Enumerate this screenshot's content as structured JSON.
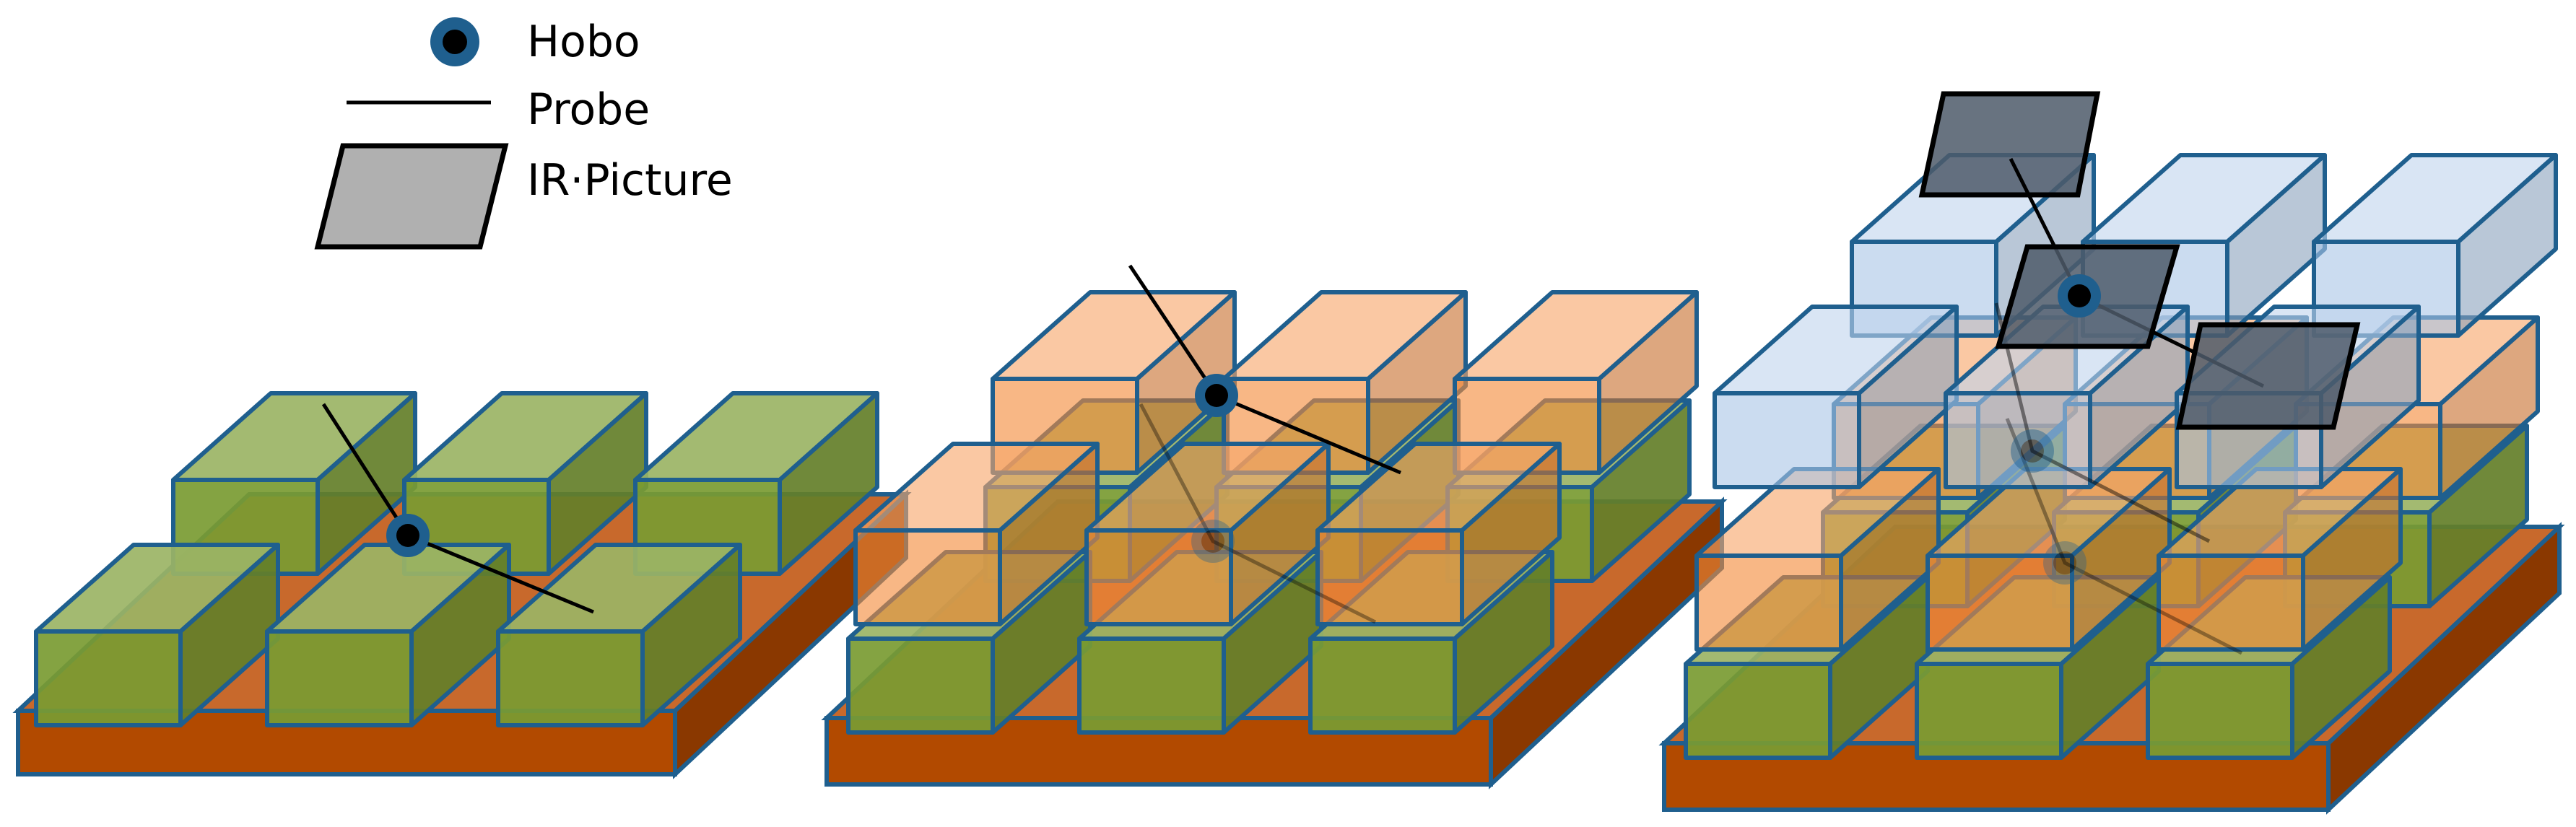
{
  "legend": {
    "hobo_label": "Hobo",
    "probe_label": "Probe",
    "ir_label": "IR·Picture"
  },
  "icons": {
    "hobo": "sensor-dot-icon",
    "probe": "probe-line-icon",
    "ir_picture": "parallelogram-icon"
  },
  "colors": {
    "pallet_base": "#b24a00",
    "green_layer": "#7a9b32",
    "orange_layer": "#f48a3a",
    "blue_layer": "#a9c4e6",
    "box_outline": "#1f5f8e",
    "hobo_fill": "#000000",
    "hobo_ring": "#1f5f8e",
    "ir_picture_fill": "#4d5b6a"
  },
  "stages": [
    {
      "name": "stage-1",
      "layers": [
        "green"
      ],
      "hobo": 1,
      "probes": 1,
      "ir_pictures": 0
    },
    {
      "name": "stage-2",
      "layers": [
        "green",
        "orange"
      ],
      "hobo": 2,
      "probes": 2,
      "ir_pictures": 0
    },
    {
      "name": "stage-3",
      "layers": [
        "green",
        "orange",
        "blue"
      ],
      "hobo": 3,
      "probes": 3,
      "ir_pictures": 3
    }
  ]
}
